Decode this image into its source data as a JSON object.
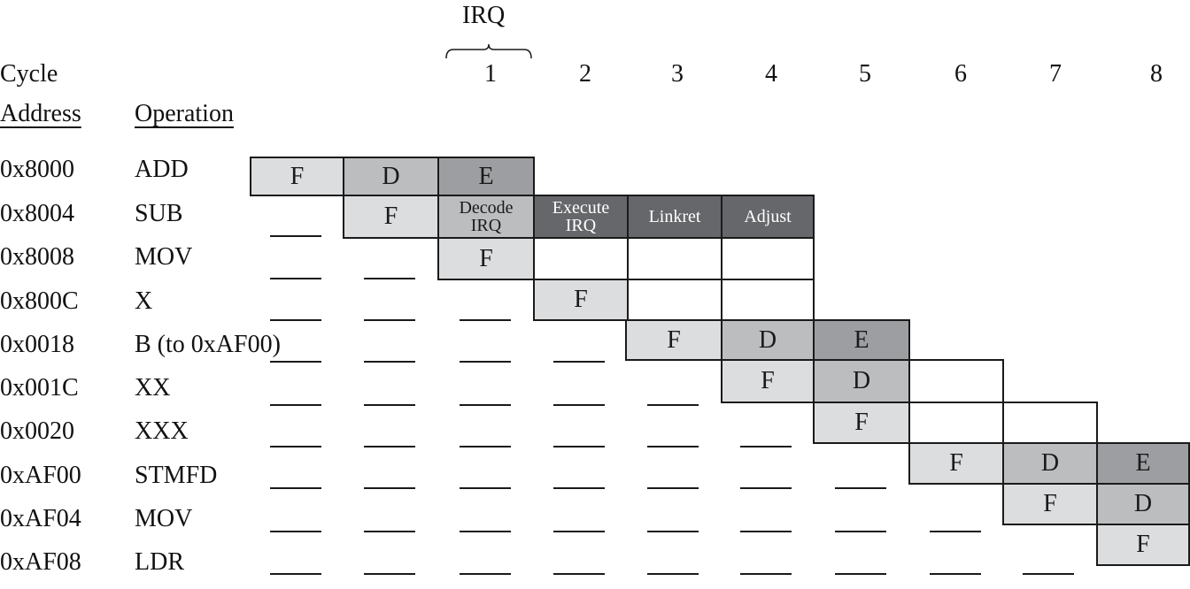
{
  "header": {
    "cycle_label": "Cycle",
    "address_label": "Address",
    "operation_label": "Operation",
    "irq_label": "IRQ",
    "cycles": [
      "1",
      "2",
      "3",
      "4",
      "5",
      "6",
      "7",
      "8"
    ]
  },
  "rows": [
    {
      "address": "0x8000",
      "operation": "ADD"
    },
    {
      "address": "0x8004",
      "operation": "SUB"
    },
    {
      "address": "0x8008",
      "operation": "MOV"
    },
    {
      "address": "0x800C",
      "operation": "X"
    },
    {
      "address": "0x0018",
      "operation": "B (to 0xAF00)"
    },
    {
      "address": "0x001C",
      "operation": "XX"
    },
    {
      "address": "0x0020",
      "operation": "XXX"
    },
    {
      "address": "0xAF00",
      "operation": "STMFD"
    },
    {
      "address": "0xAF04",
      "operation": "MOV"
    },
    {
      "address": "0xAF08",
      "operation": "LDR"
    }
  ],
  "stages": {
    "fetch": "F",
    "decode": "D",
    "execute": "E",
    "decode_irq_1": "Decode",
    "decode_irq_2": "IRQ",
    "execute_irq_1": "Execute",
    "execute_irq_2": "IRQ",
    "linkret": "Linkret",
    "adjust": "Adjust"
  },
  "colors": {
    "fetch": "#dcdddf",
    "decode": "#bcbdbf",
    "execute": "#9d9ea1",
    "irq_handling": "#66676a"
  }
}
